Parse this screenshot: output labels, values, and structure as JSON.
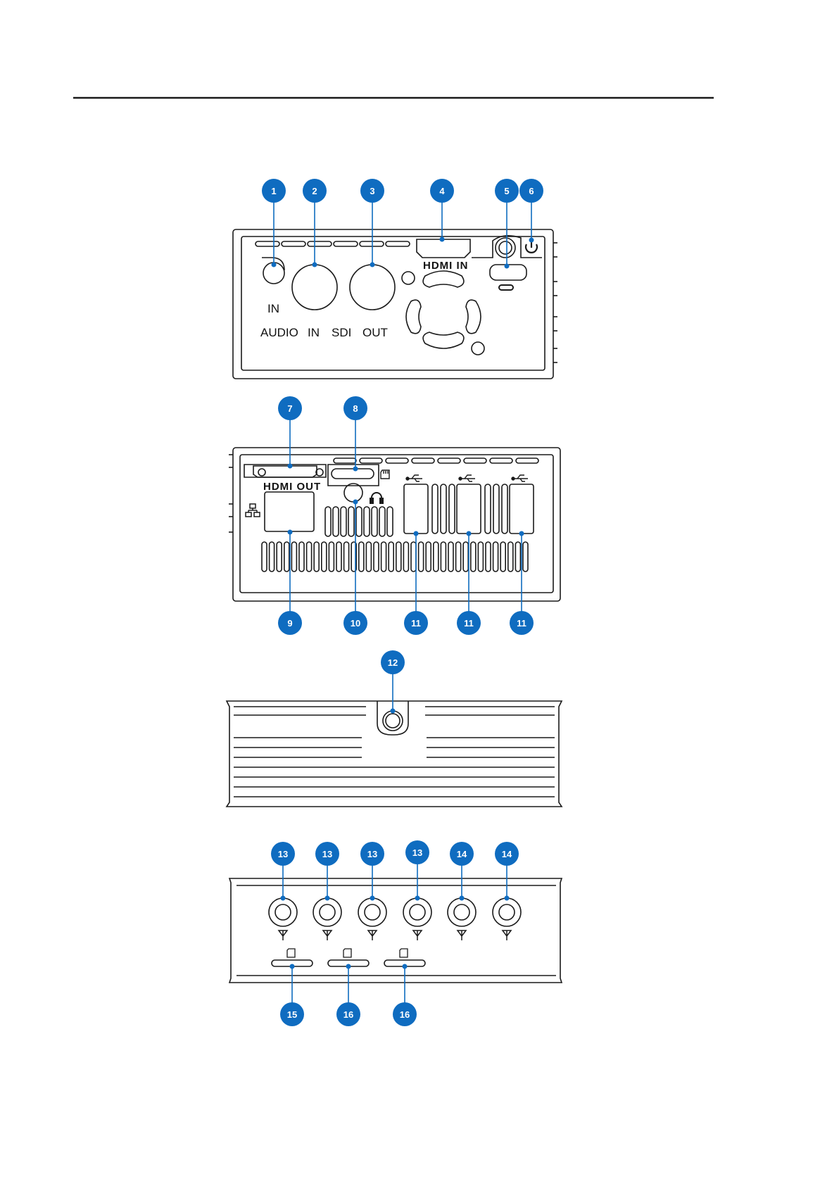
{
  "colors": {
    "badge": "#0f6cc0",
    "line": "#1a1a1a",
    "badge_text": "#ffffff"
  },
  "panel1": {
    "label_in": "IN",
    "label_audio": "AUDIO",
    "label_sdi_in": "IN",
    "label_sdi": "SDI",
    "label_sdi_out": "OUT",
    "hdmi_in_logo": "HDMI IN"
  },
  "panel2": {
    "hdmi_out_logo": "HDMI OUT"
  },
  "callouts": [
    "1",
    "2",
    "3",
    "4",
    "5",
    "6",
    "7",
    "8",
    "9",
    "10",
    "11",
    "11",
    "11",
    "12",
    "13",
    "13",
    "13",
    "13",
    "14",
    "14",
    "15",
    "16",
    "16"
  ],
  "icons": [
    "power-icon",
    "usb-c-icon",
    "sd-card-icon",
    "headphone-icon",
    "ethernet-icon",
    "usb-icon",
    "antenna-icon",
    "sim-card-icon"
  ]
}
